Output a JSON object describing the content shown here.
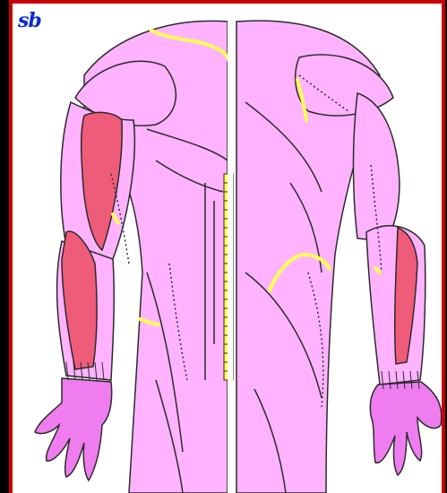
{
  "badge": "sb",
  "colors": {
    "frame": "#000000",
    "border": "#c80000",
    "background": "#ffffff",
    "skin": "#ffb3ff",
    "muscle_highlight": "#ef5c7a",
    "hand": "#f07df0",
    "nerve": "#ffff55",
    "outline": "#2b2b2b"
  },
  "views": [
    "anterior-torso-arm",
    "posterior-torso-arm"
  ]
}
